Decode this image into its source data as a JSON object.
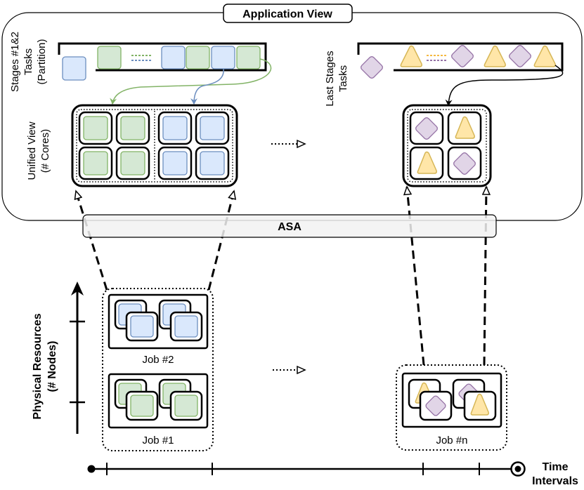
{
  "title": "Application View",
  "layer_label": "ASA",
  "stages_left_label": [
    "Stages #1&2",
    "Tasks",
    "(Partition)"
  ],
  "stages_right_label": [
    "Last Stages",
    "Tasks"
  ],
  "unified_view_label": [
    "Unified View",
    "(# Cores)"
  ],
  "y_axis_label": [
    "Physical Resources",
    "(# Nodes)"
  ],
  "x_axis_label": [
    "Time",
    "Intervals"
  ],
  "jobs": [
    {
      "label": "Job #2"
    },
    {
      "label": "Job #1"
    },
    {
      "label": "Job #n"
    }
  ],
  "colors": {
    "blue_fill": "#dae8fc",
    "blue_stroke": "#6c8ebf",
    "green_fill": "#d5e8d4",
    "green_stroke": "#82b366",
    "purple_fill": "#e1d5e7",
    "purple_stroke": "#9673a6",
    "orange_fill": "#ffe6a8",
    "orange_stroke": "#d6b656",
    "asa_fill": "#f2f2f2"
  }
}
